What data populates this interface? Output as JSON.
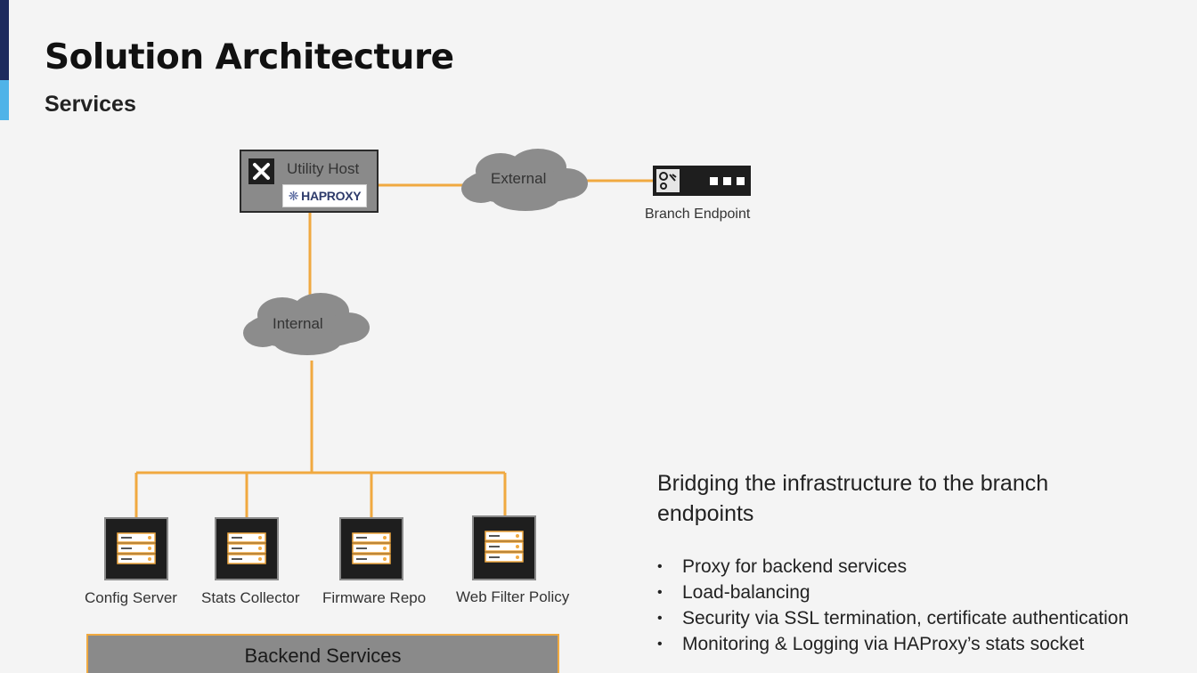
{
  "slide": {
    "title": "Solution Architecture",
    "subtitle": "Services"
  },
  "diagram": {
    "utility_host": {
      "label": "Utility Host",
      "logo_text": "HAPROXY",
      "icon": "x-mark-icon"
    },
    "clouds": {
      "external": "External",
      "internal": "Internal"
    },
    "branch_endpoint": {
      "label": "Branch Endpoint",
      "icon": "router-device-icon"
    },
    "servers": [
      {
        "label": "Config Server",
        "icon": "server-icon"
      },
      {
        "label": "Stats Collector",
        "icon": "server-icon"
      },
      {
        "label": "Firmware Repo",
        "icon": "server-icon"
      },
      {
        "label": "Web Filter Policy",
        "icon": "server-icon"
      }
    ],
    "backend_services": "Backend Services",
    "colors": {
      "connector": "#f0a940",
      "node_fill": "#8a8a8a",
      "cloud": "#8c8c8c",
      "device": "#1e1e1e"
    }
  },
  "summary": {
    "heading": "Bridging the infrastructure to the branch endpoints",
    "bullets": [
      "Proxy for backend services",
      "Load-balancing",
      "Security via SSL termination, certificate authentication",
      "Monitoring & Logging via HAProxy’s stats socket"
    ]
  }
}
